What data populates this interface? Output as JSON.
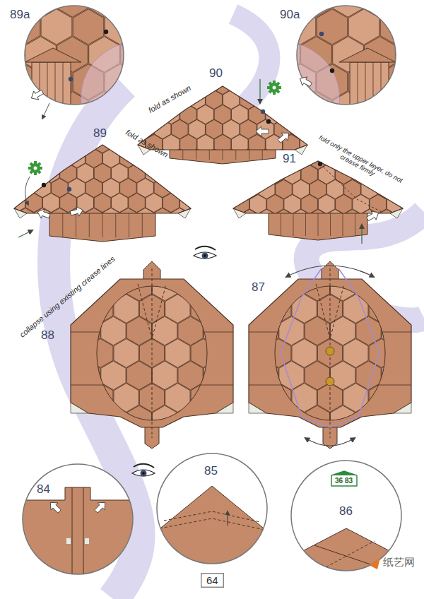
{
  "diagram": {
    "nodes": [
      {
        "text": [
          "36 83"
        ]
      },
      {
        "text": [
          "64"
        ]
      }
    ],
    "labels": [
      "89a",
      "90a",
      "90",
      "fold as shown",
      "89",
      "fold as shown",
      "91",
      "fold only the upper layer, do not crease firmly",
      "88",
      "collapse using existing crease lines",
      "87",
      "84",
      "85",
      "86",
      "纸艺网"
    ]
  }
}
